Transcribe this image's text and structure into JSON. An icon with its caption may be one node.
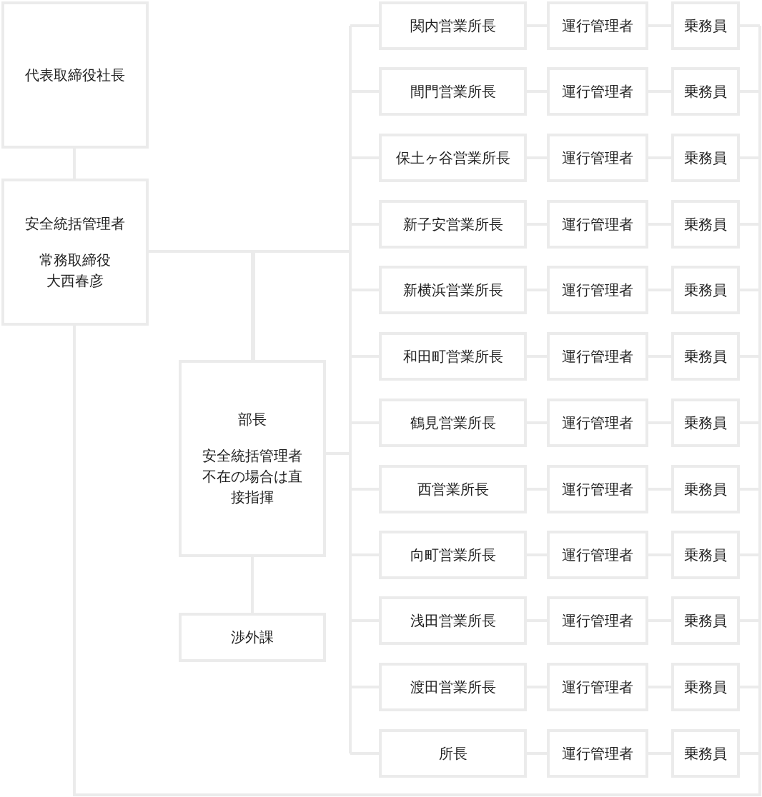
{
  "diagram": {
    "nodes": [
      {
        "text": [
          "代表取締役社長"
        ]
      },
      {
        "text": [
          "安全統括管理者",
          "常務取締役大西春彦"
        ]
      },
      {
        "text": [
          "部長",
          "安全統括管理者不在の場合は直接指揮"
        ]
      },
      {
        "text": [
          "渉外課"
        ]
      },
      {
        "text": [
          "関内営業所長"
        ]
      },
      {
        "text": [
          "運行管理者"
        ]
      },
      {
        "text": [
          "乗務員"
        ]
      },
      {
        "text": [
          "間門営業所長"
        ]
      },
      {
        "text": [
          "運行管理者"
        ]
      },
      {
        "text": [
          "乗務員"
        ]
      },
      {
        "text": [
          "保土ヶ谷営業所長"
        ]
      },
      {
        "text": [
          "運行管理者"
        ]
      },
      {
        "text": [
          "乗務員"
        ]
      },
      {
        "text": [
          "新子安営業所長"
        ]
      },
      {
        "text": [
          "運行管理者"
        ]
      },
      {
        "text": [
          "乗務員"
        ]
      },
      {
        "text": [
          "新横浜営業所長"
        ]
      },
      {
        "text": [
          "運行管理者"
        ]
      },
      {
        "text": [
          "乗務員"
        ]
      },
      {
        "text": [
          "和田町営業所長"
        ]
      },
      {
        "text": [
          "運行管理者"
        ]
      },
      {
        "text": [
          "乗務員"
        ]
      },
      {
        "text": [
          "鶴見営業所長"
        ]
      },
      {
        "text": [
          "運行管理者"
        ]
      },
      {
        "text": [
          "乗務員"
        ]
      },
      {
        "text": [
          "西営業所長"
        ]
      },
      {
        "text": [
          "運行管理者"
        ]
      },
      {
        "text": [
          "乗務員"
        ]
      },
      {
        "text": [
          "向町営業所長"
        ]
      },
      {
        "text": [
          "運行管理者"
        ]
      },
      {
        "text": [
          "乗務員"
        ]
      },
      {
        "text": [
          "浅田営業所長"
        ]
      },
      {
        "text": [
          "運行管理者"
        ]
      },
      {
        "text": [
          "乗務員"
        ]
      },
      {
        "text": [
          "渡田営業所長"
        ]
      },
      {
        "text": [
          "運行管理者"
        ]
      },
      {
        "text": [
          "乗務員"
        ]
      },
      {
        "text": [
          "所長"
        ]
      },
      {
        "text": [
          "運行管理者"
        ]
      },
      {
        "text": [
          "乗務員"
        ]
      }
    ],
    "edges": [
      {
        "from": 0,
        "to": 1,
        "arrow": "none"
      },
      {
        "from": 1,
        "to": 2,
        "arrow": "none"
      },
      {
        "from": 2,
        "to": 3,
        "arrow": "none"
      },
      {
        "from": 1,
        "to": 4,
        "arrow": "none"
      },
      {
        "from": 2,
        "to": 4,
        "arrow": "none"
      },
      {
        "from": 4,
        "to": 5,
        "arrow": "none"
      },
      {
        "from": 5,
        "to": 6,
        "arrow": "none"
      },
      {
        "from": 1,
        "to": 6,
        "arrow": "none"
      },
      {
        "from": 1,
        "to": 7,
        "arrow": "none"
      },
      {
        "from": 2,
        "to": 7,
        "arrow": "none"
      },
      {
        "from": 7,
        "to": 8,
        "arrow": "none"
      },
      {
        "from": 8,
        "to": 9,
        "arrow": "none"
      },
      {
        "from": 1,
        "to": 9,
        "arrow": "none"
      },
      {
        "from": 1,
        "to": 10,
        "arrow": "none"
      },
      {
        "from": 2,
        "to": 10,
        "arrow": "none"
      },
      {
        "from": 10,
        "to": 11,
        "arrow": "none"
      },
      {
        "from": 11,
        "to": 12,
        "arrow": "none"
      },
      {
        "from": 1,
        "to": 12,
        "arrow": "none"
      },
      {
        "from": 1,
        "to": 13,
        "arrow": "none"
      },
      {
        "from": 2,
        "to": 13,
        "arrow": "none"
      },
      {
        "from": 13,
        "to": 14,
        "arrow": "none"
      },
      {
        "from": 14,
        "to": 15,
        "arrow": "none"
      },
      {
        "from": 1,
        "to": 15,
        "arrow": "none"
      },
      {
        "from": 1,
        "to": 16,
        "arrow": "none"
      },
      {
        "from": 2,
        "to": 16,
        "arrow": "none"
      },
      {
        "from": 16,
        "to": 17,
        "arrow": "none"
      },
      {
        "from": 17,
        "to": 18,
        "arrow": "none"
      },
      {
        "from": 1,
        "to": 18,
        "arrow": "none"
      },
      {
        "from": 1,
        "to": 19,
        "arrow": "none"
      },
      {
        "from": 2,
        "to": 19,
        "arrow": "none"
      },
      {
        "from": 19,
        "to": 20,
        "arrow": "none"
      },
      {
        "from": 20,
        "to": 21,
        "arrow": "none"
      },
      {
        "from": 1,
        "to": 21,
        "arrow": "none"
      },
      {
        "from": 1,
        "to": 22,
        "arrow": "none"
      },
      {
        "from": 2,
        "to": 22,
        "arrow": "none"
      },
      {
        "from": 22,
        "to": 23,
        "arrow": "none"
      },
      {
        "from": 23,
        "to": 24,
        "arrow": "none"
      },
      {
        "from": 1,
        "to": 24,
        "arrow": "none"
      },
      {
        "from": 1,
        "to": 25,
        "arrow": "none"
      },
      {
        "from": 2,
        "to": 25,
        "arrow": "none"
      },
      {
        "from": 25,
        "to": 26,
        "arrow": "none"
      },
      {
        "from": 26,
        "to": 27,
        "arrow": "none"
      },
      {
        "from": 1,
        "to": 27,
        "arrow": "none"
      },
      {
        "from": 1,
        "to": 28,
        "arrow": "none"
      },
      {
        "from": 2,
        "to": 28,
        "arrow": "none"
      },
      {
        "from": 28,
        "to": 29,
        "arrow": "none"
      },
      {
        "from": 29,
        "to": 30,
        "arrow": "none"
      },
      {
        "from": 1,
        "to": 30,
        "arrow": "none"
      },
      {
        "from": 1,
        "to": 31,
        "arrow": "none"
      },
      {
        "from": 2,
        "to": 31,
        "arrow": "none"
      },
      {
        "from": 31,
        "to": 32,
        "arrow": "none"
      },
      {
        "from": 32,
        "to": 33,
        "arrow": "none"
      },
      {
        "from": 1,
        "to": 33,
        "arrow": "none"
      },
      {
        "from": 1,
        "to": 34,
        "arrow": "none"
      },
      {
        "from": 2,
        "to": 34,
        "arrow": "none"
      },
      {
        "from": 34,
        "to": 35,
        "arrow": "none"
      },
      {
        "from": 35,
        "to": 36,
        "arrow": "none"
      },
      {
        "from": 1,
        "to": 36,
        "arrow": "none"
      },
      {
        "from": 1,
        "to": 37,
        "arrow": "none"
      },
      {
        "from": 2,
        "to": 37,
        "arrow": "none"
      },
      {
        "from": 37,
        "to": 38,
        "arrow": "none"
      },
      {
        "from": 38,
        "to": 39,
        "arrow": "none"
      },
      {
        "from": 1,
        "to": 39,
        "arrow": "none"
      }
    ]
  }
}
